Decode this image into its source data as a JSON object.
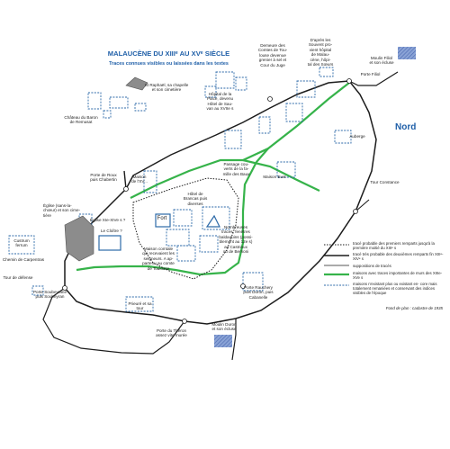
{
  "map": {
    "title": "MALAUCÈNE DU XIIIᵉ AU XVᵉ SIÈCLE",
    "subtitle": "Traces connues visibles ou laissées dans les textes",
    "north_label": "Nord",
    "colors": {
      "line": "#1c1c1c",
      "rampart": "#36b34a",
      "building": "#2d6aa8",
      "hatch": "#5878b8",
      "gray": "#8c8c8c"
    },
    "labels": {
      "st_raphael": "St Raphaël, sa chapelle\net son cimetière",
      "chateau_baron": "Château du Baron\nde Remusat",
      "demeure_comtes": "Demeure des\nComtes de Tou-\nlouse devenue\ngrenier à sel et\nCour du Juge",
      "apres_souvent": "D'après les\nSouvent pro-\nvient hôpital\nde Malau-\ncène, hôpi-\ntal des Sœurs",
      "moulin_filiol": "Moulin Filiol\net son écluse",
      "porte_filiol": "Porte Filiol",
      "hopital_place": "Hôpital de la\nPlace, devenu\nHôtel de Sau-\nvan au XVIIe s",
      "auberge": "Auberge",
      "porte_roux": "Porte de Roux\npuis Chabertin",
      "passage_couverts": "Passage cou-\nverts de la fa-\nmille des Baux",
      "maison_eust": "Maison Eust",
      "tour_constance": "Tour Constance",
      "hotel_brancas": "Hôtel de\nBrancas puis\ndiverses",
      "maison_veterans": "Maison\nde l'XV...",
      "eglise_cime": "Église (sans-la-\nchœur) et son cime-\ntière",
      "eglise_xve": "Église XIe-XIVe s ?",
      "cloitre": "Le Cloître ?",
      "fort": "Fort",
      "custrum": "Custrum\nferrum",
      "chemin_carpentras": "Chemin de Carpentras",
      "tour_defense": "Tour de défense",
      "porte_soubeyran": "Porte Soubeyrane\npuis Soubeyran",
      "maison_comtale": "Maison comtale\nqui recevaient les\nseigneurs. A ap-\npartenu au comte\nde Toulouse",
      "nombreuses_traces": "Nombreuses\ntraces, fenêtres\nbaldaquins (possi-\nblement au 12e s)\nau Castrioux\nou de Bernoni",
      "porte_rauchery": "Porte Rauchery\npuis Duron, puis\nCabanelle",
      "prieure": "Prieuré et sa tour",
      "porte_theron": "Porte du Théron\nassez vite murée",
      "moulin_duron": "Moulin Duron\net son écluse"
    },
    "legend": [
      {
        "style": "dotted",
        "text": "tracé probable des premiers remparts\njusqu'à la première moitié du XIIIᵉ s"
      },
      {
        "style": "solid",
        "text": "tracé très probable des deuxièmes\nremparts fin XIIIᵉ- XIVᵉ s"
      },
      {
        "style": "thin",
        "text": "suppositions de tracés"
      },
      {
        "style": "blue",
        "text": "maisons avec traces importantes de\nmurs des XIIIe-XVe s"
      },
      {
        "style": "dashed",
        "text": "maisons n'existant plus ou existant en-\ncore mais totalement remaniées et conservant des indices\nvisibles de l'époque"
      }
    ],
    "source": "Fond de plan : cadastre de 1935"
  }
}
